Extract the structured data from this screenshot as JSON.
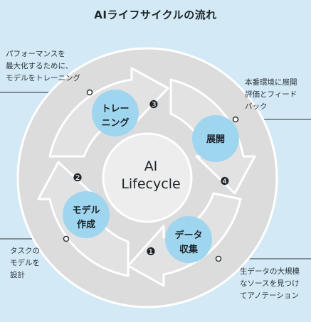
{
  "title": "AIライフサイクルの流れ",
  "center": {
    "line1": "AI",
    "line2": "Lifecycle"
  },
  "stages": [
    {
      "number": "❶",
      "line1": "データ",
      "line2": "収集"
    },
    {
      "number": "❷",
      "line1": "モデル",
      "line2": "作成"
    },
    {
      "number": "❸",
      "line1": "トレー",
      "line2": "ニング"
    },
    {
      "number": "❹",
      "line1": "展開",
      "line2": ""
    }
  ],
  "notes": {
    "training": [
      "パフォーマンスを",
      "最大化するために、",
      "モデルをトレーニング"
    ],
    "deploy": [
      "本番環境に展開",
      "評価とフィード",
      "バック"
    ],
    "design": [
      "タスクの",
      "モデルを",
      "設計"
    ],
    "collect": [
      "生データの大規模",
      "なソースを見つけ",
      "てアノテーション"
    ]
  },
  "colors": {
    "background": "#d3eaf6",
    "ring": "#dcdcdc",
    "ring_edge": "#ffffff",
    "stage_circle": "#9fd6ef",
    "center_circle": "#ededed",
    "leader_line": "#2a3338"
  }
}
